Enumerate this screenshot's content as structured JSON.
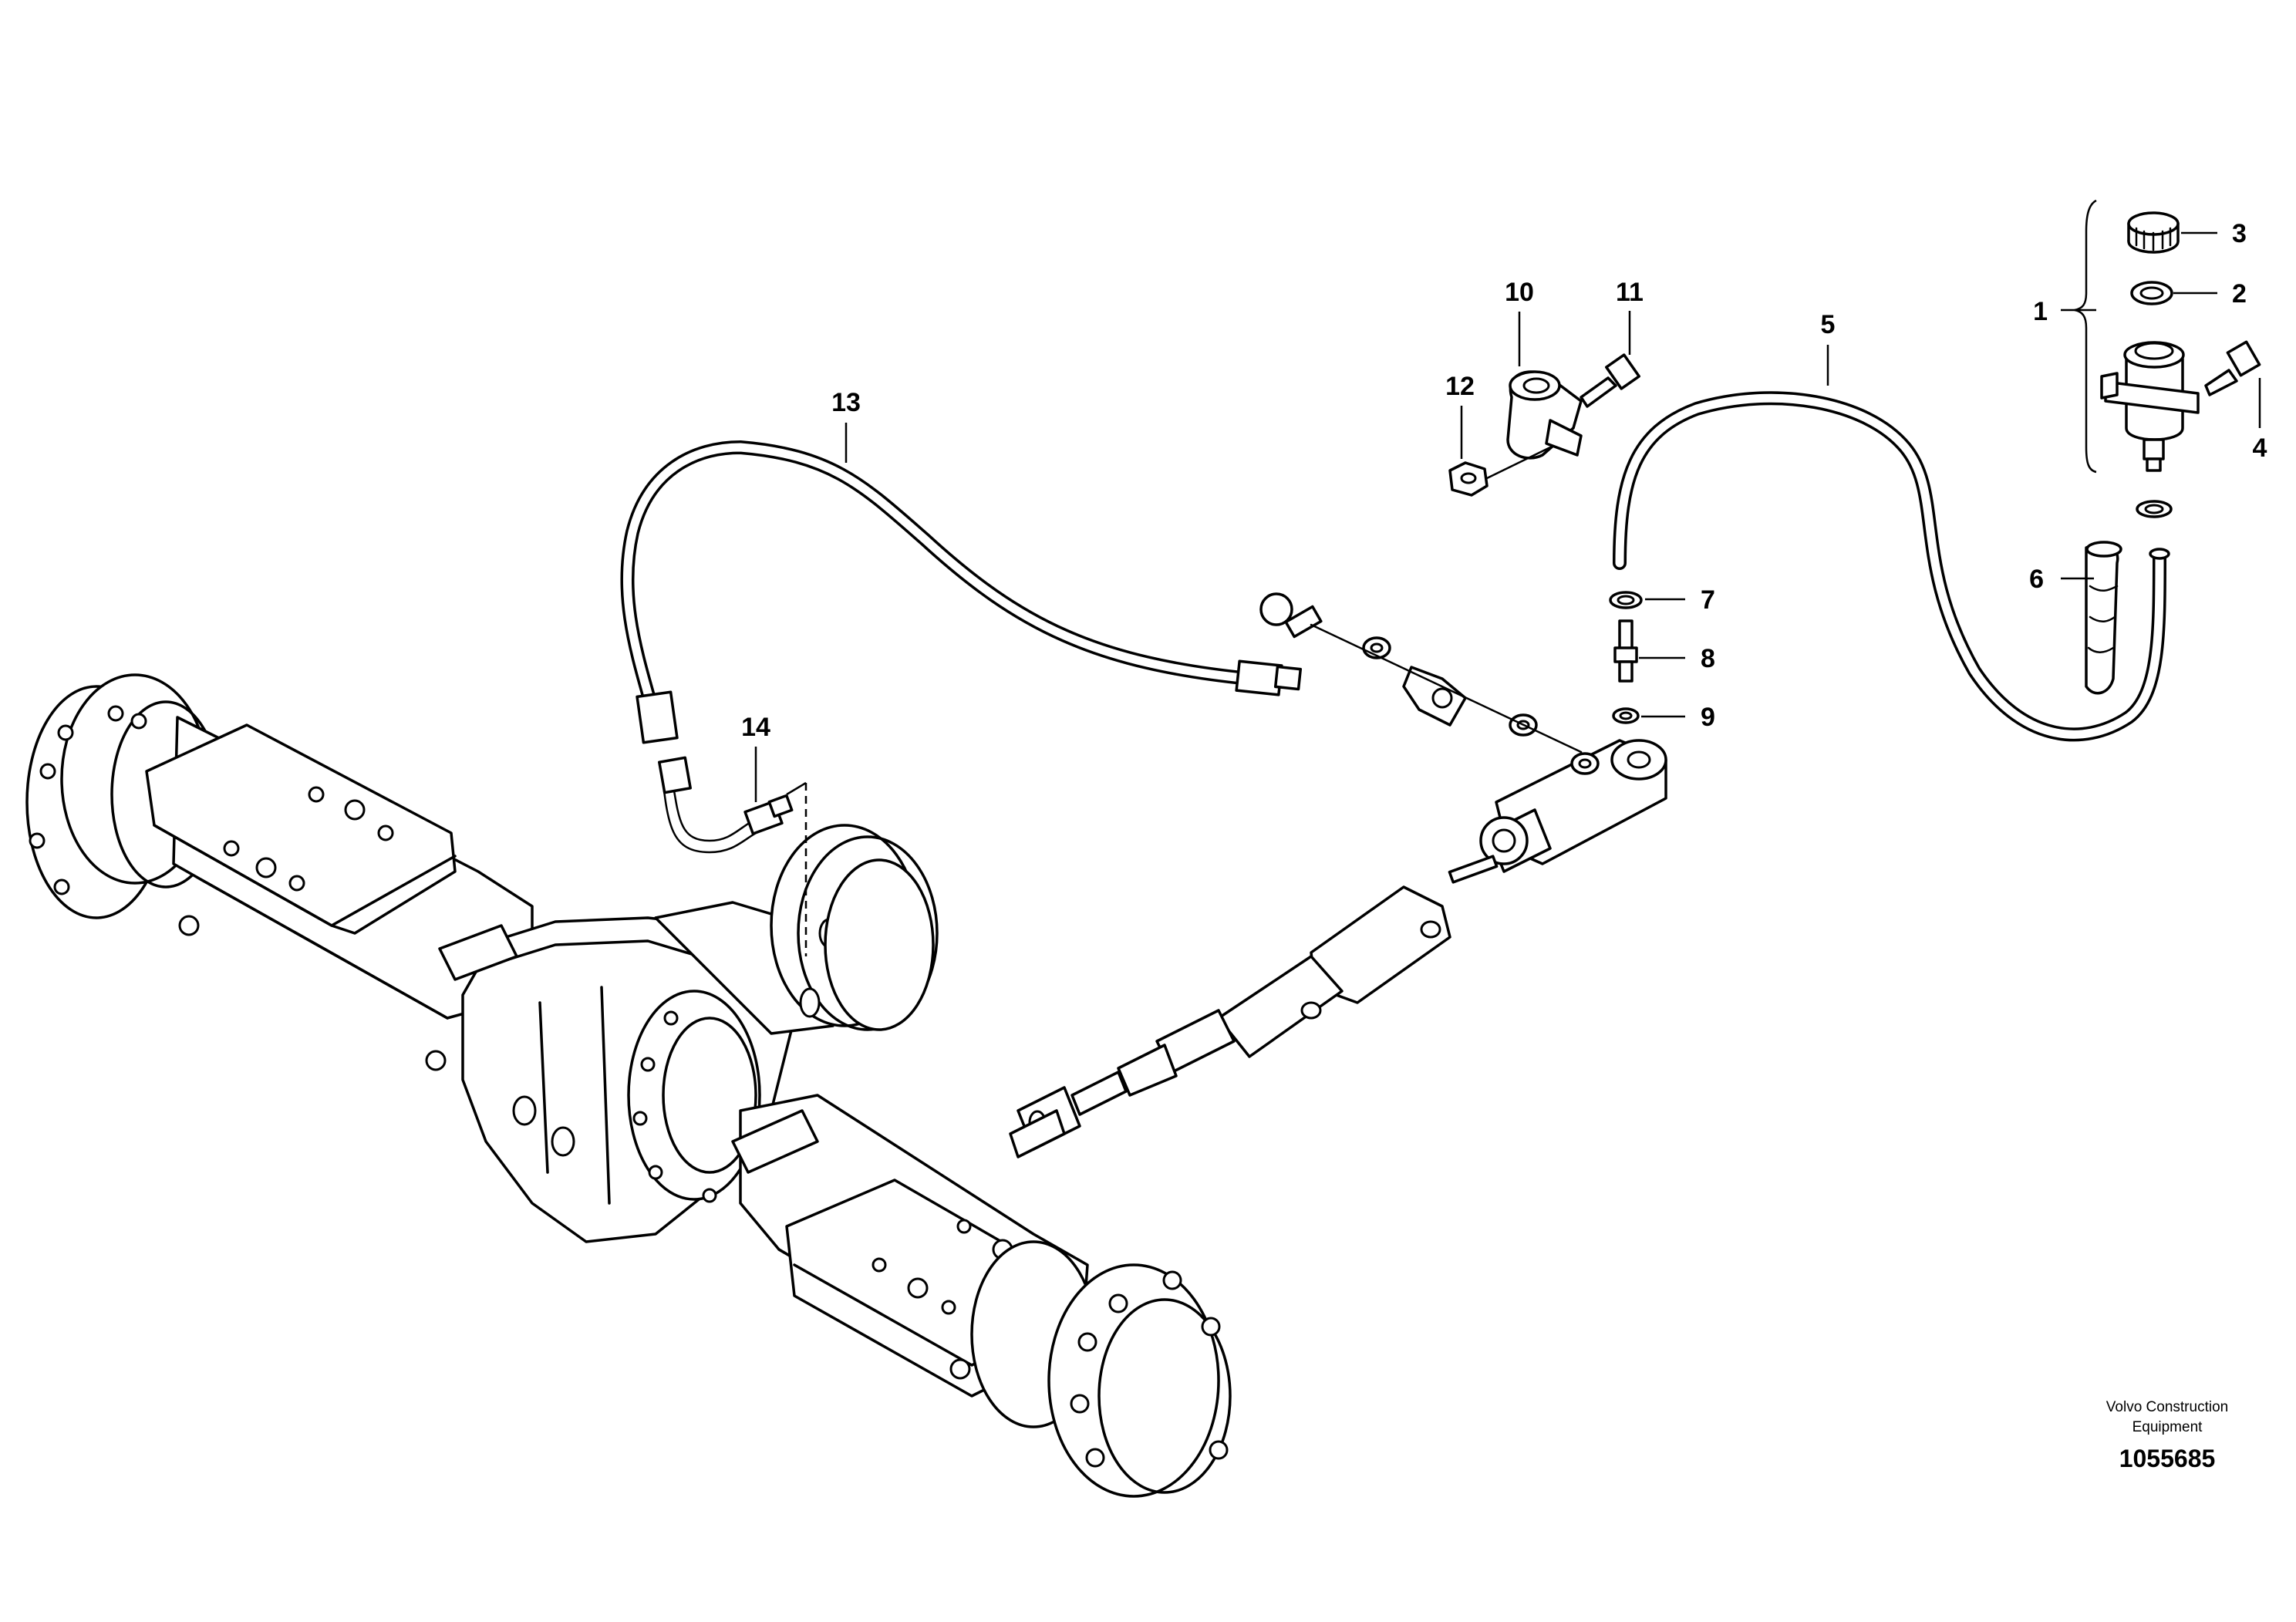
{
  "callouts": {
    "c1": "1",
    "c2": "2",
    "c3": "3",
    "c4": "4",
    "c5": "5",
    "c6": "6",
    "c7": "7",
    "c8": "8",
    "c9": "9",
    "c10": "10",
    "c11": "11",
    "c12": "12",
    "c13": "13",
    "c14": "14"
  },
  "footer": {
    "company_line1": "Volvo Construction",
    "company_line2": "Equipment",
    "document_number": "1055685"
  }
}
